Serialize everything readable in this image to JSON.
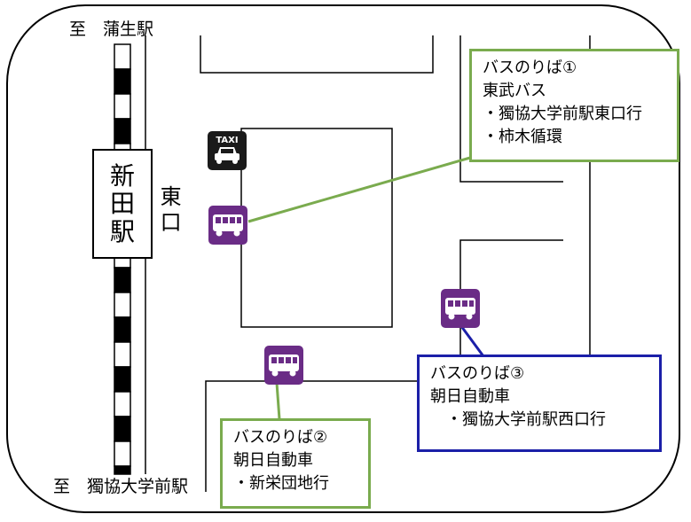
{
  "colors": {
    "bus_icon": "#6a2c86",
    "taxi_icon": "#1a1a1a",
    "callout_green": "#7aab4e",
    "callout_blue": "#1b1fa8",
    "rail_dark": "#000000",
    "rail_light": "#ffffff"
  },
  "direction_labels": {
    "north": "至　蒲生駅",
    "south": "至　獨協大学前駅"
  },
  "station": {
    "name": "新田駅",
    "exit": "東口"
  },
  "icons": {
    "taxi_text": "TAXI",
    "taxi": "taxi-icon",
    "bus": "bus-icon"
  },
  "bus_stops": [
    {
      "title": "バスのりば①",
      "operator": "東武バス",
      "routes": [
        "・獨協大学前駅東口行",
        "・柿木循環"
      ],
      "color": "#7aab4e"
    },
    {
      "title": "バスのりば②",
      "operator": "朝日自動車",
      "routes": [
        "・新栄団地行"
      ],
      "color": "#7aab4e"
    },
    {
      "title": "バスのりば③",
      "operator": "朝日自動車",
      "routes": [
        "　・獨協大学前駅西口行"
      ],
      "color": "#1b1fa8"
    }
  ]
}
